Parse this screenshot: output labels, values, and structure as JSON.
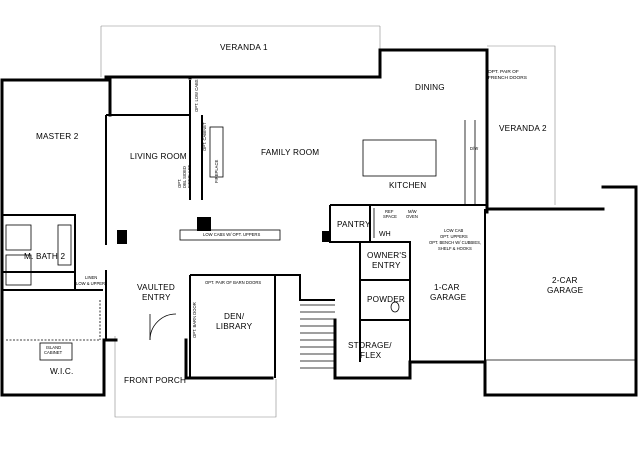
{
  "rooms": {
    "veranda1": "VERANDA 1",
    "veranda2": "VERANDA 2",
    "dining": "DINING",
    "master2": "MASTER 2",
    "living_room": "LIVING ROOM",
    "family_room": "FAMILY ROOM",
    "kitchen": "KITCHEN",
    "pantry": "PANTRY",
    "m_bath2": "M. BATH 2",
    "vaulted_entry_1": "VAULTED",
    "vaulted_entry_2": "ENTRY",
    "den_1": "DEN/",
    "den_2": "LIBRARY",
    "owners_entry_1": "OWNER'S",
    "owners_entry_2": "ENTRY",
    "powder": "POWDER",
    "one_car_garage_1": "1-CAR",
    "one_car_garage_2": "GARAGE",
    "two_car_garage_1": "2-CAR",
    "two_car_garage_2": "GARAGE",
    "storage_1": "STORAGE/",
    "storage_2": "FLEX",
    "wic": "W.I.C.",
    "front_porch": "FRONT PORCH",
    "wh": "WH"
  },
  "notes": {
    "french_doors_1": "OPT. PAIR OF",
    "french_doors_2": "FRENCH DOORS",
    "low_cabs": "OPT. LOW CABS",
    "opt_cabinet": "OPT. CABINET",
    "fireplace": "FIREPLACE",
    "dbl_sided_1": "OPT.",
    "dbl_sided_2": "DBL SIDED",
    "dbl_sided_3": "FIREPLACE",
    "dw": "D/W",
    "ref_1": "REF",
    "ref_2": "SPACE",
    "mw_1": "M/W",
    "mw_2": "OVEN",
    "low_cabs_uppers": "LOW CABS W/ OPT. UPPERS",
    "low_cab_1": "LOW CAB",
    "low_cab_2": "OPT. UPPERS",
    "low_cab_3": "OPT. BENCH W/ CUBBIES,",
    "low_cab_4": "SHELF & HOOKS",
    "linen_1": "LINEN",
    "linen_2": "LOW & UPPER",
    "barn_doors": "OPT. PAIR OF BARN DOORS",
    "barn_door": "OPT. BARN DOOR",
    "island_1": "ISLAND",
    "island_2": "CABINET"
  }
}
